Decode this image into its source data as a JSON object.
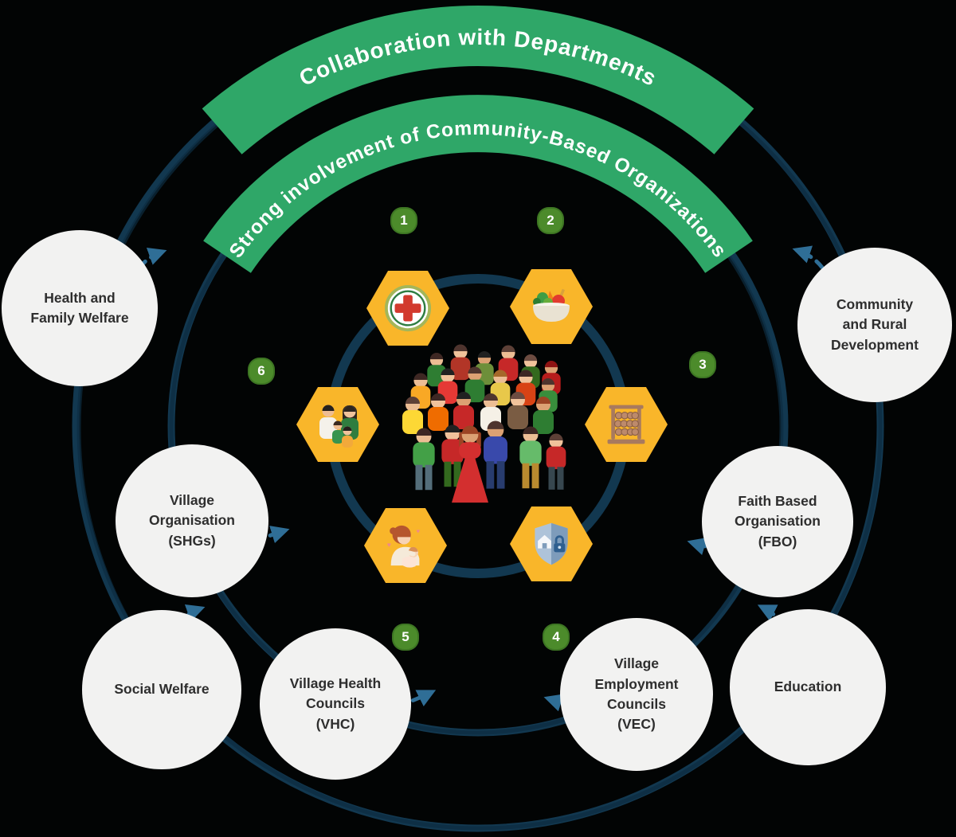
{
  "banners": {
    "outer": "Collaboration with Departments",
    "inner": "Strong involvement of Community-Based Organizations"
  },
  "badges": [
    {
      "number": "1"
    },
    {
      "number": "2"
    },
    {
      "number": "3"
    },
    {
      "number": "4"
    },
    {
      "number": "5"
    },
    {
      "number": "6"
    }
  ],
  "nodes": [
    {
      "id": "health-family-welfare",
      "label": "Health and Family Welfare"
    },
    {
      "id": "community-rural-development",
      "label": "Community and Rural Development"
    },
    {
      "id": "village-organisation-shgs",
      "label": "Village Organisation (SHGs)"
    },
    {
      "id": "faith-based-organisation-fbo",
      "label": "Faith Based Organisation (FBO)"
    },
    {
      "id": "social-welfare",
      "label": "Social Welfare"
    },
    {
      "id": "village-health-councils-vhc",
      "label": "Village Health Councils (VHC)"
    },
    {
      "id": "village-employment-councils-vec",
      "label": "Village Employment Councils (VEC)"
    },
    {
      "id": "education",
      "label": "Education"
    }
  ],
  "hexagon_icons": [
    {
      "name": "medical-cross-icon"
    },
    {
      "name": "nutrition-bowl-icon"
    },
    {
      "name": "family-icon"
    },
    {
      "name": "abacus-icon"
    },
    {
      "name": "mother-child-icon"
    },
    {
      "name": "security-shield-icon"
    }
  ],
  "center_illustration": "community-crowd",
  "colors": {
    "banner_green": "#2fa768",
    "badge_green": "#4c8b2b",
    "hexagon_yellow": "#f9b62a",
    "ring_navy": "#123850",
    "arrow_blue": "#2f6e96",
    "node_fill": "#f2f2f1",
    "banner_text": "#ffffff",
    "node_text": "#2e2e2e",
    "background": "#000000"
  }
}
